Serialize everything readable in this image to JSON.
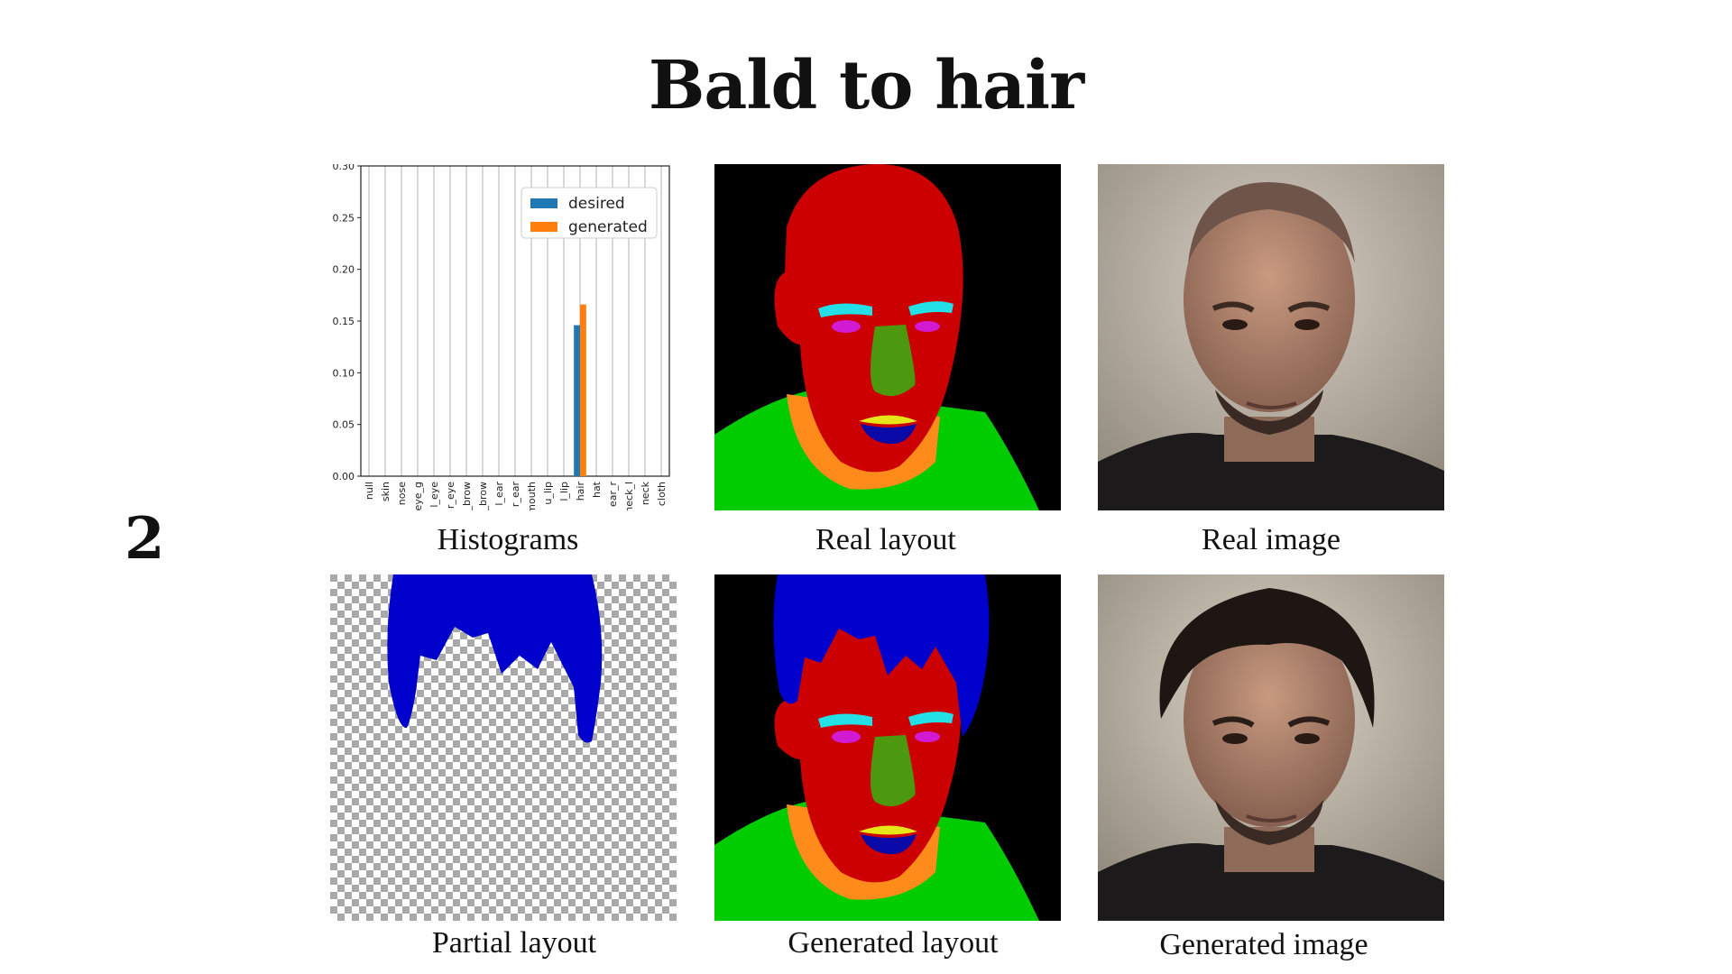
{
  "title": "Bald to hair",
  "row_number": "2",
  "captions": {
    "histograms": "Histograms",
    "real_layout": "Real layout",
    "real_image": "Real image",
    "partial_layout": "Partial layout",
    "generated_layout": "Generated layout",
    "generated_image": "Generated image"
  },
  "colors": {
    "background": "#000000",
    "skin": "#cc0000",
    "hair": "#0000cc",
    "cloth": "#00cc00",
    "neck": "#ff8c1a",
    "brow": "#22e0e6",
    "eye": "#d21ad2",
    "nose": "#4c9910",
    "lip_upper": "#e6e619",
    "mouth": "#0a0aa8",
    "desired": "#1f77b4",
    "generated": "#ff7f0e"
  },
  "chart_data": {
    "type": "bar",
    "categories": [
      "null",
      "skin",
      "nose",
      "eye_g",
      "l_eye",
      "r_eye",
      "l_brow",
      "r_brow",
      "l_ear",
      "r_ear",
      "mouth",
      "u_lip",
      "l_lip",
      "hair",
      "hat",
      "ear_r",
      "neck_l",
      "neck",
      "cloth"
    ],
    "series": [
      {
        "name": "desired",
        "values": [
          0,
          0,
          0,
          0,
          0,
          0,
          0,
          0,
          0,
          0,
          0,
          0,
          0,
          0.146,
          0,
          0,
          0,
          0,
          0
        ]
      },
      {
        "name": "generated",
        "values": [
          0,
          0,
          0,
          0,
          0,
          0,
          0,
          0,
          0,
          0,
          0,
          0,
          0,
          0.166,
          0,
          0,
          0,
          0,
          0
        ]
      }
    ],
    "yticks": [
      "0.00",
      "0.05",
      "0.10",
      "0.15",
      "0.20",
      "0.25",
      "0.30"
    ],
    "ylim": [
      0,
      0.3
    ],
    "grid": "vertical",
    "legend": "top-right"
  }
}
